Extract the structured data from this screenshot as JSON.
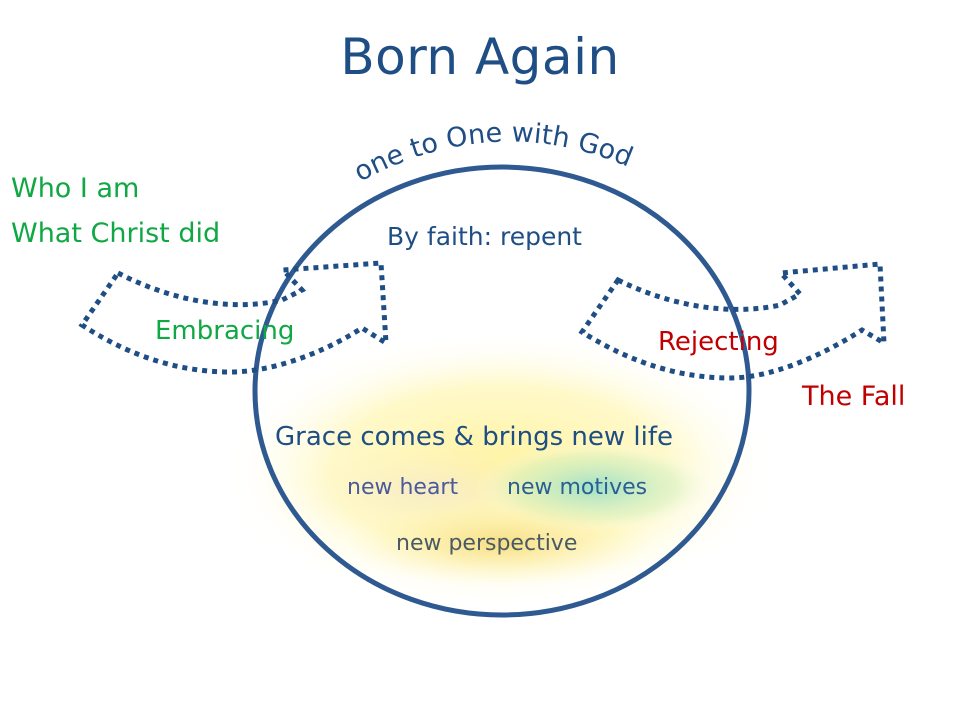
{
  "slide": {
    "title": "Born Again",
    "arc_label": "one to One with God",
    "center_top": "By faith: repent",
    "left": {
      "line1": "Who I am",
      "line2": "What Christ did",
      "arrow_label": "Embracing"
    },
    "right": {
      "arrow_label": "Rejecting",
      "caption": "The Fall"
    },
    "grace": {
      "headline": "Grace comes & brings new life",
      "items": [
        "new heart",
        "new motives",
        "new perspective"
      ]
    }
  },
  "colors": {
    "navy": "#1f4e85",
    "circle_stroke": "#2f5a91",
    "green": "#10a844",
    "red": "#c00000",
    "glow_yellow": "#fff6a8",
    "glow_teal": "#9fe0c8",
    "glow_gold": "#f5d77a"
  }
}
